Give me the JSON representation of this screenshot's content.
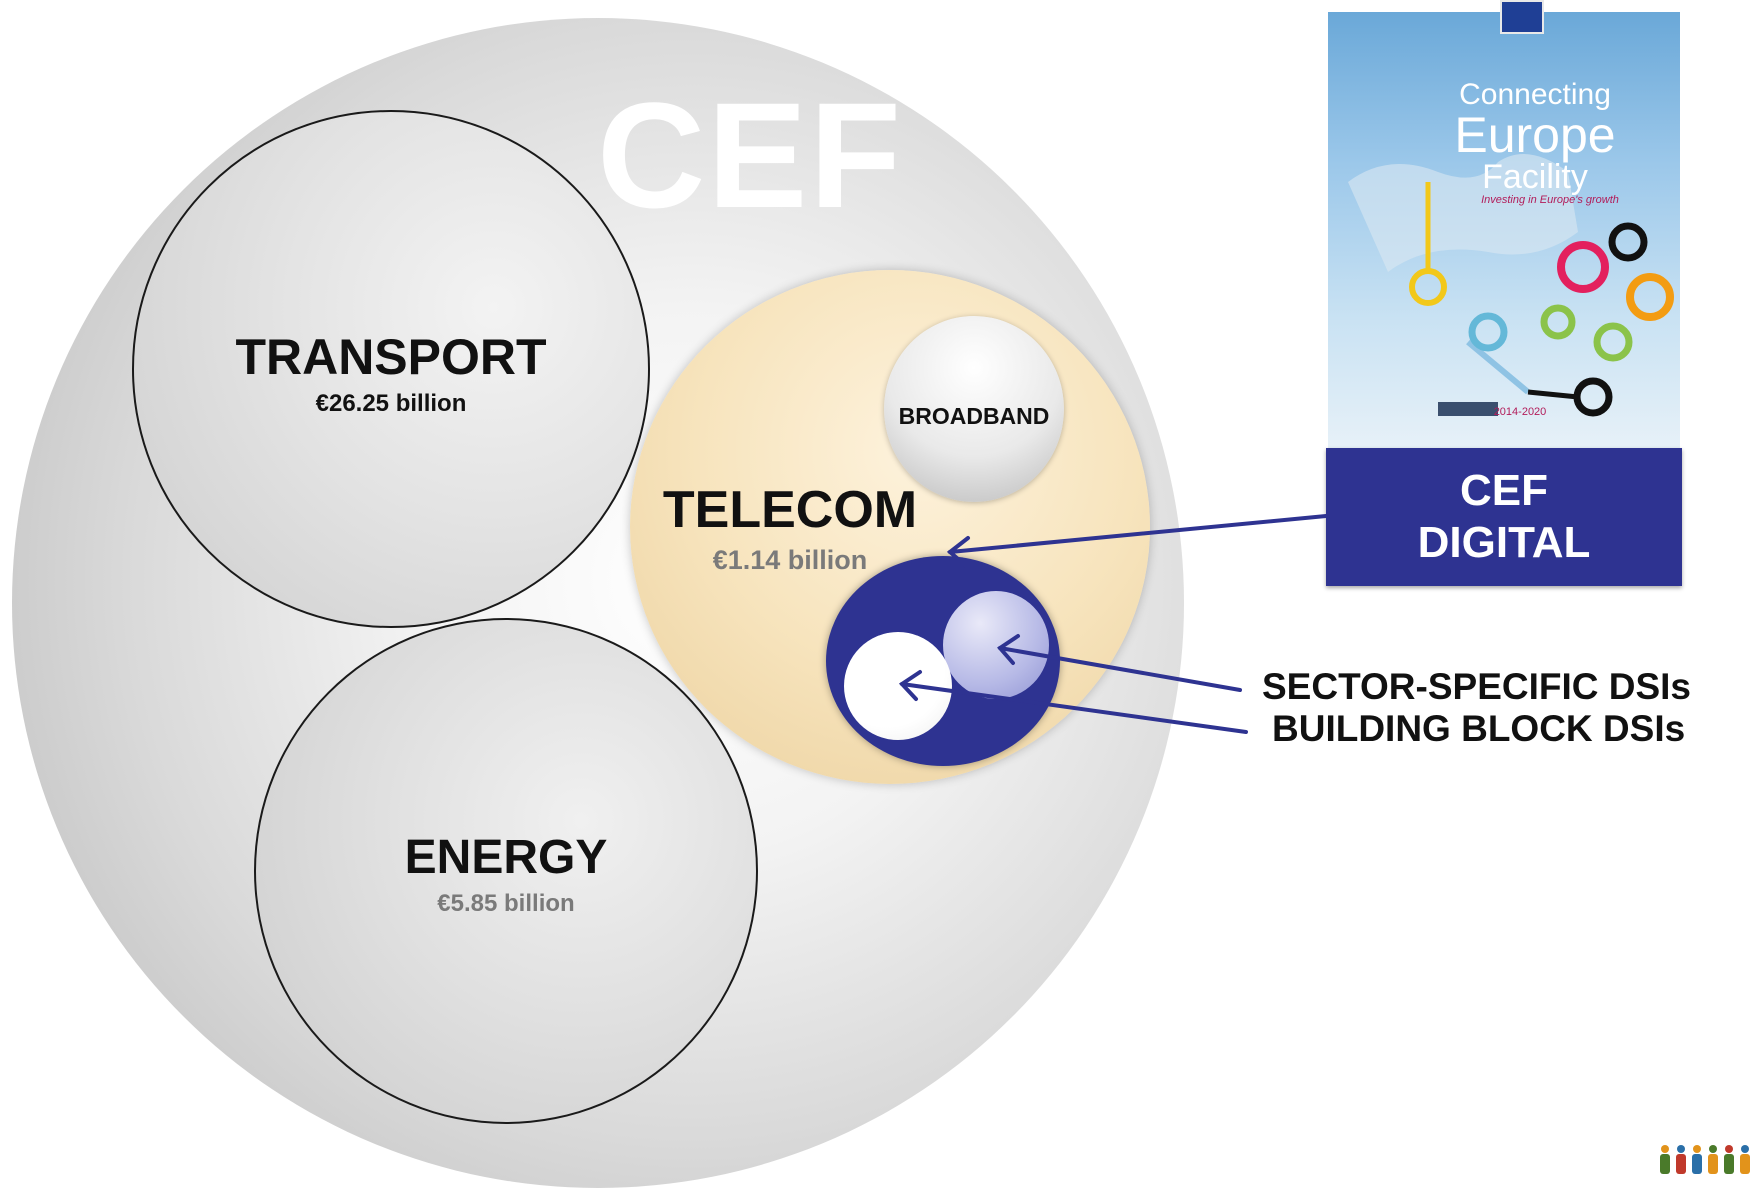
{
  "diagram": {
    "title": "CEF",
    "transport": {
      "label": "TRANSPORT",
      "amount": "€26.25 billion"
    },
    "energy": {
      "label": "ENERGY",
      "amount": "€5.85 billion"
    },
    "telecom": {
      "label": "TELECOM",
      "amount": "€1.14 billion"
    },
    "broadband": {
      "label": "BROADBAND"
    },
    "cef_digital": {
      "line1": "CEF",
      "line2": "DIGITAL"
    },
    "sector_specific": {
      "label": "SECTOR-SPECIFIC DSIs"
    },
    "building_block": {
      "label": "BUILDING BLOCK DSIs"
    }
  },
  "brochure": {
    "line1": "Connecting",
    "line2": "Europe",
    "line3": "Facility",
    "tagline": "Investing in Europe's growth",
    "years": "2014-2020"
  },
  "colors": {
    "navy": "#2e3391",
    "telecom_fill": "#f7e4bd",
    "grey_circle": "#d9d9d9",
    "brochure_accent": "#b21d5a"
  },
  "icons": {
    "people": "people-group-icon",
    "eu_flag": "eu-flag-icon"
  }
}
